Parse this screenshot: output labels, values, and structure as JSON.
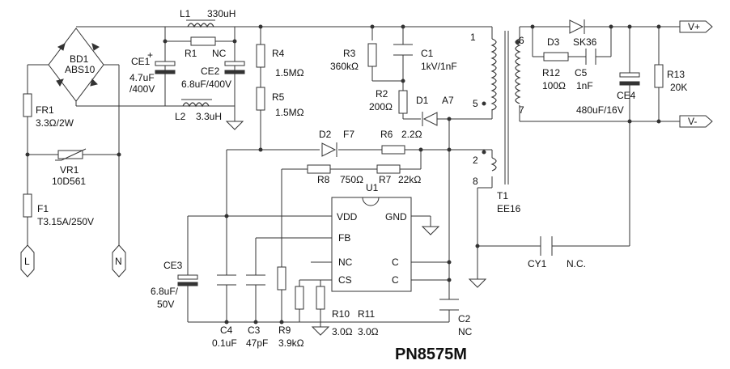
{
  "title": "PN8575M",
  "connectors": {
    "live": "L",
    "neutral": "N",
    "out_pos": "V+",
    "out_neg": "V-"
  },
  "components": {
    "L1": {
      "ref": "L1",
      "value": "330uH"
    },
    "L2": {
      "ref": "L2",
      "value": "3.3uH"
    },
    "R1": {
      "ref": "R1",
      "value": "NC"
    },
    "BD1": {
      "ref": "BD1",
      "value": "ABS10"
    },
    "CE1": {
      "ref": "CE1",
      "value1": "4.7uF",
      "value2": "/400V"
    },
    "CE2": {
      "ref": "CE2",
      "value": "6.8uF/400V"
    },
    "FR1": {
      "ref": "FR1",
      "value": "3.3Ω/2W"
    },
    "VR1": {
      "ref": "VR1",
      "value": "10D561"
    },
    "F1": {
      "ref": "F1",
      "value": "T3.15A/250V"
    },
    "R4": {
      "ref": "R4",
      "value": "1.5MΩ"
    },
    "R5": {
      "ref": "R5",
      "value": "1.5MΩ"
    },
    "R3": {
      "ref": "R3",
      "value": "360kΩ"
    },
    "C1": {
      "ref": "C1",
      "value": "1kV/1nF"
    },
    "R2": {
      "ref": "R2",
      "value": "200Ω"
    },
    "D1": {
      "ref": "D1",
      "value": "A7"
    },
    "D2": {
      "ref": "D2",
      "value": "F7"
    },
    "R6": {
      "ref": "R6",
      "value": "2.2Ω"
    },
    "R8": {
      "ref": "R8",
      "value": "750Ω"
    },
    "R7": {
      "ref": "R7",
      "value": "22kΩ"
    },
    "U1": {
      "ref": "U1"
    },
    "T1": {
      "ref": "T1",
      "value": "EE16"
    },
    "D3": {
      "ref": "D3",
      "value": "SK36"
    },
    "R12": {
      "ref": "R12",
      "value": "100Ω"
    },
    "C5": {
      "ref": "C5",
      "value": "1nF"
    },
    "CE4": {
      "ref": "CE4",
      "value": "480uF/16V"
    },
    "R13": {
      "ref": "R13",
      "value": "20K"
    },
    "CY1": {
      "ref": "CY1",
      "value": "N.C."
    },
    "CE3": {
      "ref": "CE3",
      "value1": "6.8uF/",
      "value2": "50V"
    },
    "C4": {
      "ref": "C4",
      "value": "0.1uF"
    },
    "C3": {
      "ref": "C3",
      "value": "47pF"
    },
    "R9": {
      "ref": "R9",
      "value": "3.9kΩ"
    },
    "R10": {
      "ref": "R10",
      "value": "3.0Ω"
    },
    "R11": {
      "ref": "R11",
      "value": "3.0Ω"
    },
    "C2": {
      "ref": "C2",
      "value": "NC"
    }
  },
  "ic_pins": {
    "vdd": "VDD",
    "gnd": "GND",
    "fb": "FB",
    "nc": "NC",
    "cs": "CS",
    "c1": "C",
    "c2": "C"
  },
  "transformer_pins": {
    "p1": "1",
    "p5": "5",
    "p2": "2",
    "p8": "8",
    "p6": "6",
    "p7": "7"
  }
}
